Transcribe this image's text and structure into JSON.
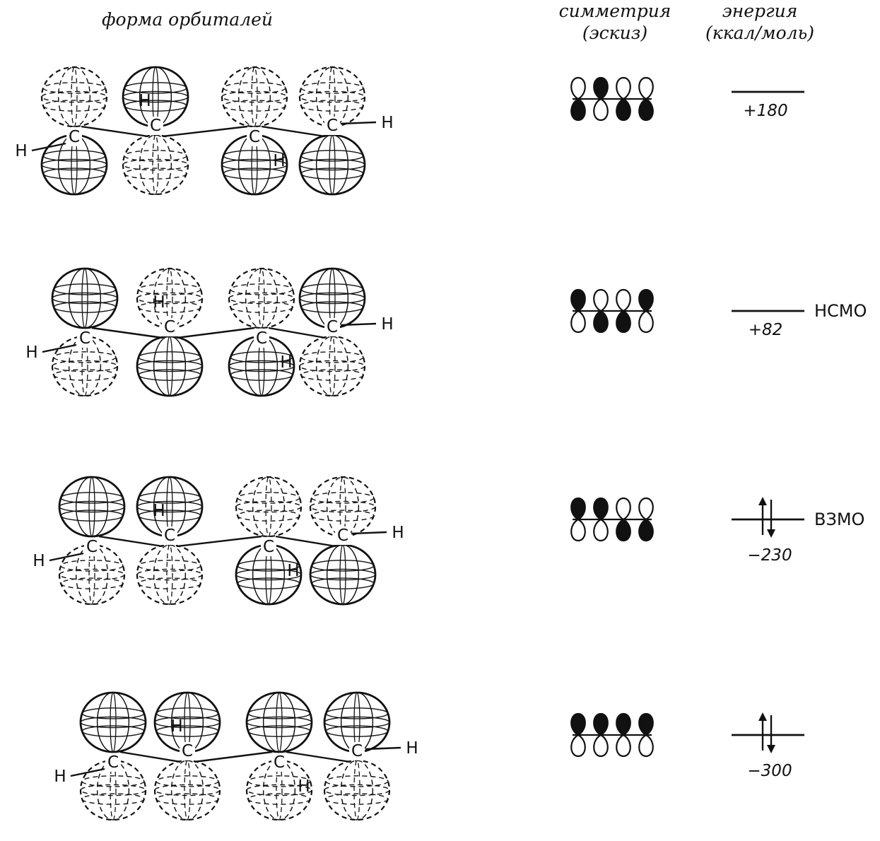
{
  "headers": {
    "shape": "форма орбиталей",
    "symmetry": [
      "симметрия",
      "(эскиз)"
    ],
    "energy": [
      "энергия",
      "(ккал/моль)"
    ]
  },
  "atom_labels": {
    "carbon": "C",
    "hydrogen": "H"
  },
  "orbitals": [
    {
      "lobes_top": [
        "open",
        "filled",
        "open",
        "open"
      ],
      "lobes_bottom": [
        "filled",
        "open",
        "filled",
        "filled"
      ],
      "energy": "+180",
      "label": "",
      "electrons": false
    },
    {
      "lobes_top": [
        "filled",
        "open",
        "open",
        "filled"
      ],
      "lobes_bottom": [
        "open",
        "filled",
        "filled",
        "open"
      ],
      "energy": "+82",
      "label": "НСМО",
      "electrons": false
    },
    {
      "lobes_top": [
        "filled",
        "filled",
        "open",
        "open"
      ],
      "lobes_bottom": [
        "open",
        "open",
        "filled",
        "filled"
      ],
      "energy": "−230",
      "label": "ВЗМО",
      "electrons": true
    },
    {
      "lobes_top": [
        "filled",
        "filled",
        "filled",
        "filled"
      ],
      "lobes_bottom": [
        "open",
        "open",
        "open",
        "open"
      ],
      "energy": "−300",
      "label": "",
      "electrons": true
    }
  ],
  "colors": {
    "ink": "#111111",
    "background": "#ffffff"
  }
}
